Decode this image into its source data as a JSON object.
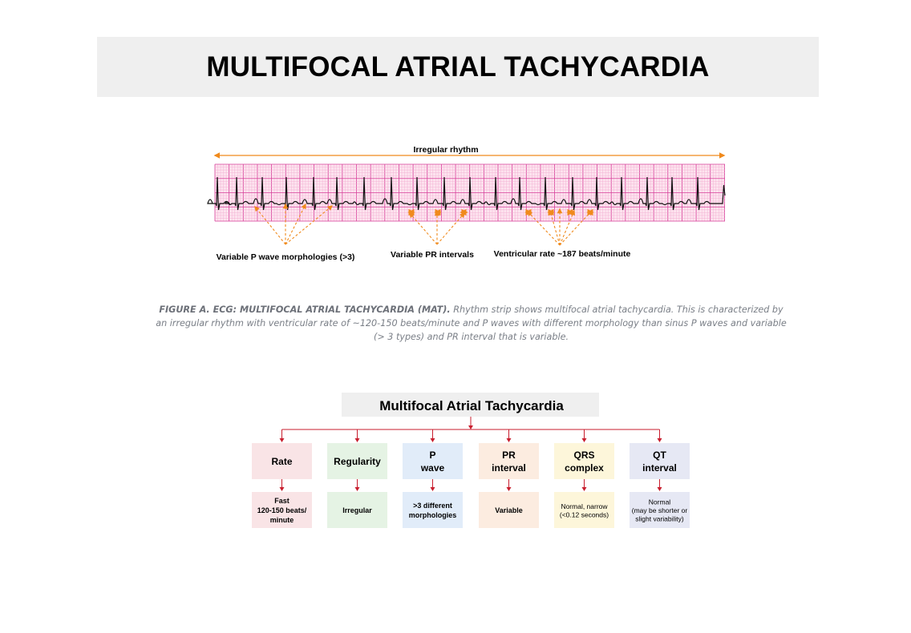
{
  "title": "MULTIFOCAL ATRIAL TACHYCARDIA",
  "ecg": {
    "rhythm_label": "Irregular rhythm",
    "annotations": [
      {
        "label": "Variable P wave morphologies (>3)"
      },
      {
        "label": "Variable PR intervals"
      },
      {
        "label": "Ventricular rate ~187 beats/minute"
      }
    ],
    "colors": {
      "grid_minor": "#f2a9cf",
      "grid_major": "#d63f9a",
      "background": "#fde4ef",
      "trace": "#111111",
      "arrow": "#f08a1c"
    }
  },
  "caption": {
    "lead": "FIGURE A. ECG: MULTIFOCAL ATRIAL TACHYCARDIA (MAT).",
    "text": " Rhythm strip shows multifocal atrial tachycardia. This is characterized by an irregular rhythm with ventricular rate of ~120-150 beats/minute and P waves with different morphology than sinus P waves and variable (> 3 types) and PR interval that is variable."
  },
  "flowchart": {
    "title": "Multifocal Atrial Tachycardia",
    "columns": [
      {
        "header": [
          "Rate"
        ],
        "value": [
          "Fast",
          "120-150 beats/",
          "minute"
        ],
        "color": "#f9e4e6"
      },
      {
        "header": [
          "Regularity"
        ],
        "value": [
          "Irregular"
        ],
        "color": "#e5f3e4"
      },
      {
        "header": [
          "P",
          "wave"
        ],
        "value": [
          ">3 different",
          "morphologies"
        ],
        "color": "#e1ecf9"
      },
      {
        "header": [
          "PR",
          "interval"
        ],
        "value": [
          "Variable"
        ],
        "color": "#fcece0"
      },
      {
        "header": [
          "QRS",
          "complex"
        ],
        "value": [
          "Normal, narrow",
          "(<0.12 seconds)"
        ],
        "color": "#fdf6da"
      },
      {
        "header": [
          "QT",
          "interval"
        ],
        "value": [
          "Normal",
          "(may be shorter or",
          "slight variability)"
        ],
        "color": "#e6e8f4"
      }
    ],
    "colors": {
      "title_bg": "#efefef",
      "connector": "#c81e2e"
    }
  }
}
